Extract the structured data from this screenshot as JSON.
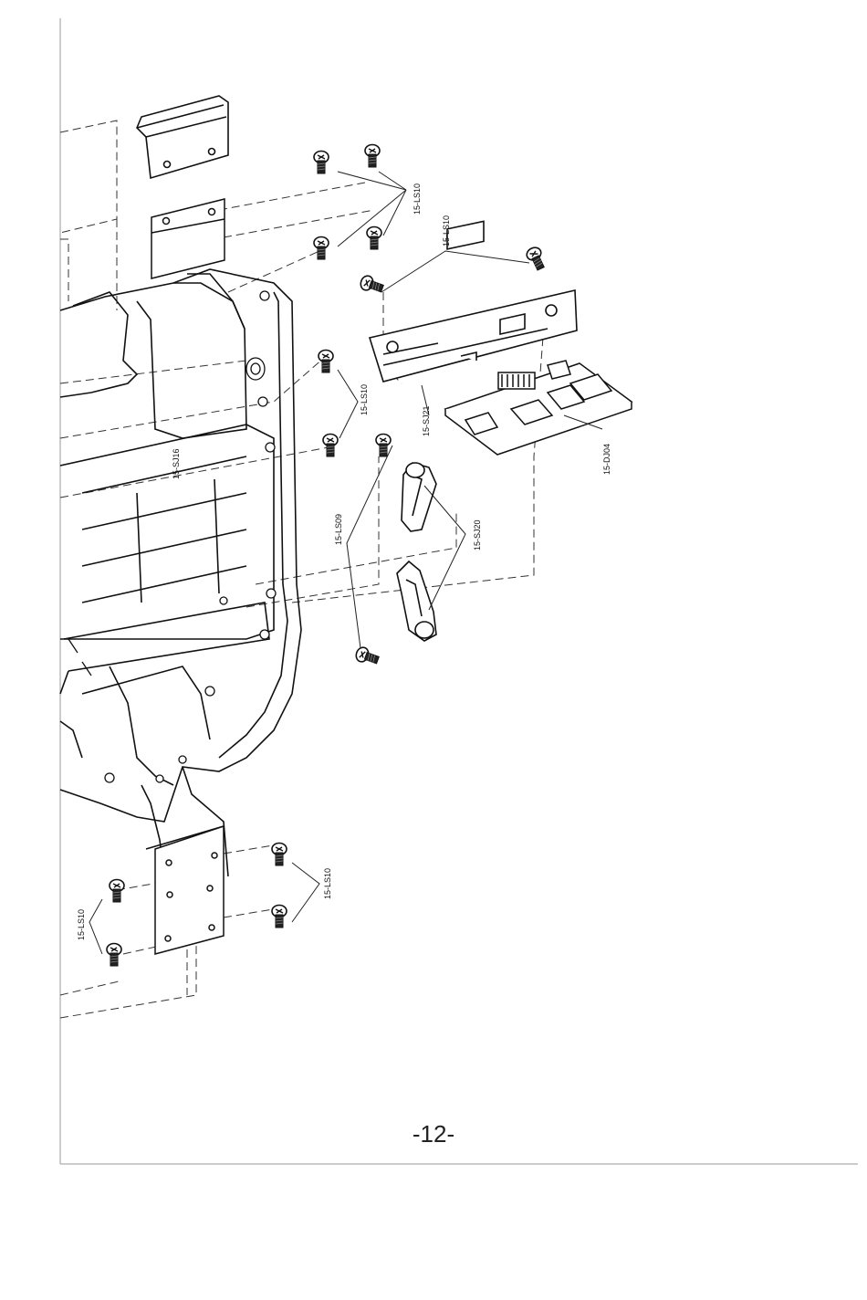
{
  "labels": {
    "ls10_top": "15-LS10",
    "ls10_bracket": "15-LS10",
    "ls10_mid": "15-LS10",
    "ls10_bottom_right": "15-LS10",
    "ls10_bottom_left": "15-LS10",
    "sj21": "15-SJ21",
    "dj04": "15-DJ04",
    "sj16": "15-SJ16",
    "ls09": "15-LS09",
    "sj20": "15-SJ20"
  },
  "page_number": "-12-"
}
